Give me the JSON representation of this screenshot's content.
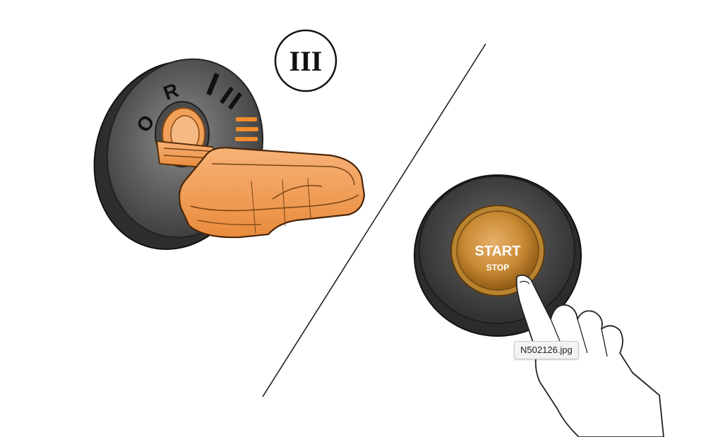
{
  "ignition_panel": {
    "position_badge": "III",
    "dial_labels": [
      "O",
      "R",
      "I",
      "II"
    ]
  },
  "button_panel": {
    "button_label_main": "START",
    "button_label_sub": "STOP"
  },
  "tooltip": {
    "filename": "N502126.jpg"
  },
  "colors": {
    "accent_orange": "#f2a15a",
    "bezel_dark": "#3f3f3f",
    "button_gold": "#c97d22"
  }
}
